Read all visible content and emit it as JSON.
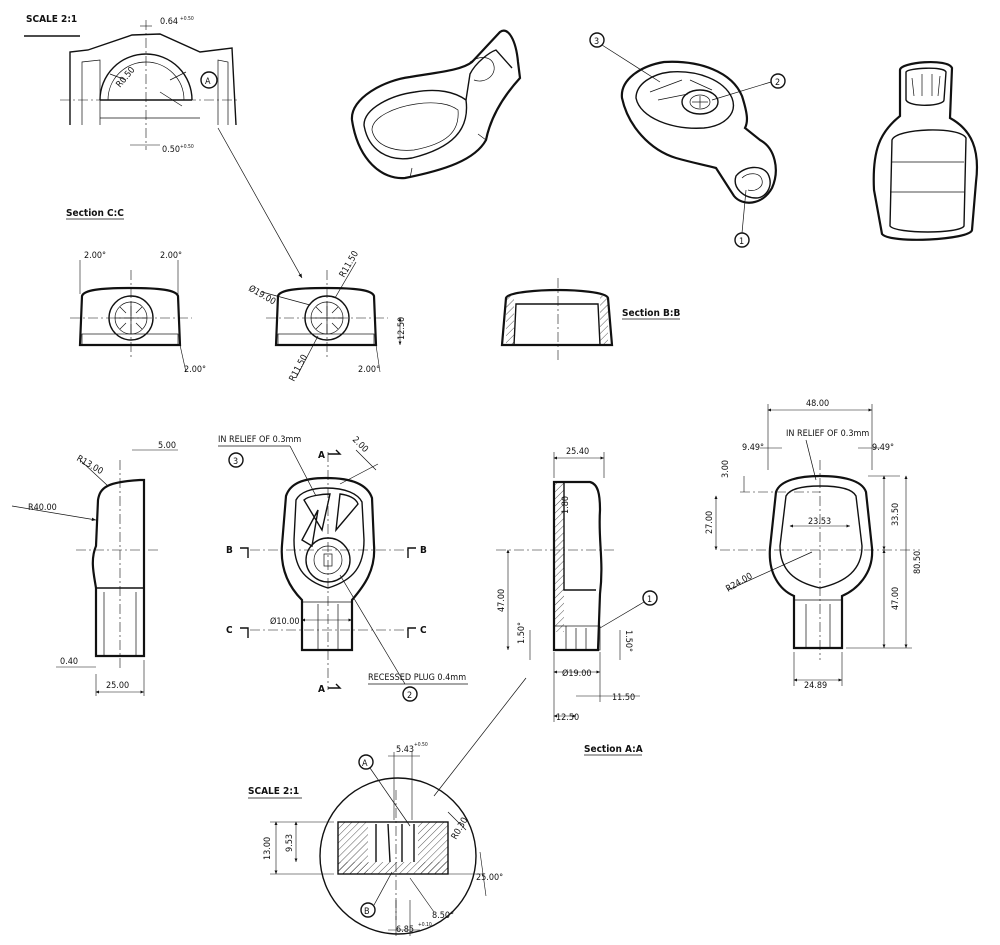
{
  "titles": {
    "scale_top": "SCALE 2:1",
    "scale_bottom": "SCALE 2:1",
    "section_cc": "Section C:C",
    "section_bb": "Section B:B",
    "section_aa": "Section A:A"
  },
  "notes": {
    "relief_front": "IN RELIEF OF 0.3mm",
    "relief_right": "IN RELIEF OF 0.3mm",
    "recessed_plug": "RECESSED PLUG 0.4mm"
  },
  "balloons": {
    "b1_iso": "1",
    "b2_iso": "2",
    "b3_iso": "3",
    "b1_section": "1",
    "b2_front": "2",
    "b3_front": "3",
    "detail_a_top": "A",
    "detail_a_bottom": "A",
    "detail_b_bottom": "B"
  },
  "section_markers": {
    "a_top": "A",
    "a_bottom": "A",
    "b_left": "B",
    "b_right": "B",
    "c_left": "C",
    "c_right": "C"
  },
  "dimensions": {
    "top_detail_064": "0.64",
    "top_detail_tol_064": "+0.50",
    "top_detail_r050": "R0.50",
    "top_detail_050": "0.50",
    "top_detail_tol_050": "+0.50",
    "cc_left_200": "2.00°",
    "cc_right_200": "2.00°",
    "cc_bottom_200": "2.00°",
    "mid_d1900": "Ø19.00",
    "mid_r1150_top": "R11.50",
    "mid_r1150_bottom": "R11.50",
    "mid_1250": "12.50",
    "mid_bottom_200": "2.00°",
    "side_r1300": "R13.00",
    "side_r4000": "R40.00",
    "side_500": "5.00",
    "side_040": "0.40",
    "side_2500": "25.00",
    "front_200": "2.00",
    "front_d1000": "Ø10.00",
    "secA_2540": "25.40",
    "secA_180": "1.80",
    "secA_4700": "47.00",
    "secA_150_left": "1.50°",
    "secA_150_right": "1.50°",
    "secA_d1900": "Ø19.00",
    "secA_1150": "11.50",
    "secA_1250": "12.50",
    "right_4800": "48.00",
    "right_949_left": "9.49°",
    "right_949_right": "9.49°",
    "right_300": "3.00",
    "right_2700": "27.00",
    "right_2353": "23.53",
    "right_3350": "33.50",
    "right_8050": "80.50",
    "right_4700": "47.00",
    "right_r2400": "R24.00",
    "right_2489": "24.89",
    "bot_543": "5.43",
    "bot_tol_543": "+0.50",
    "bot_r030": "R0.30",
    "bot_1300": "13.00",
    "bot_953": "9.53",
    "bot_2500": "25.00°",
    "bot_850": "8.50°",
    "bot_685": "6.85",
    "bot_tol_685": "+0.10"
  }
}
